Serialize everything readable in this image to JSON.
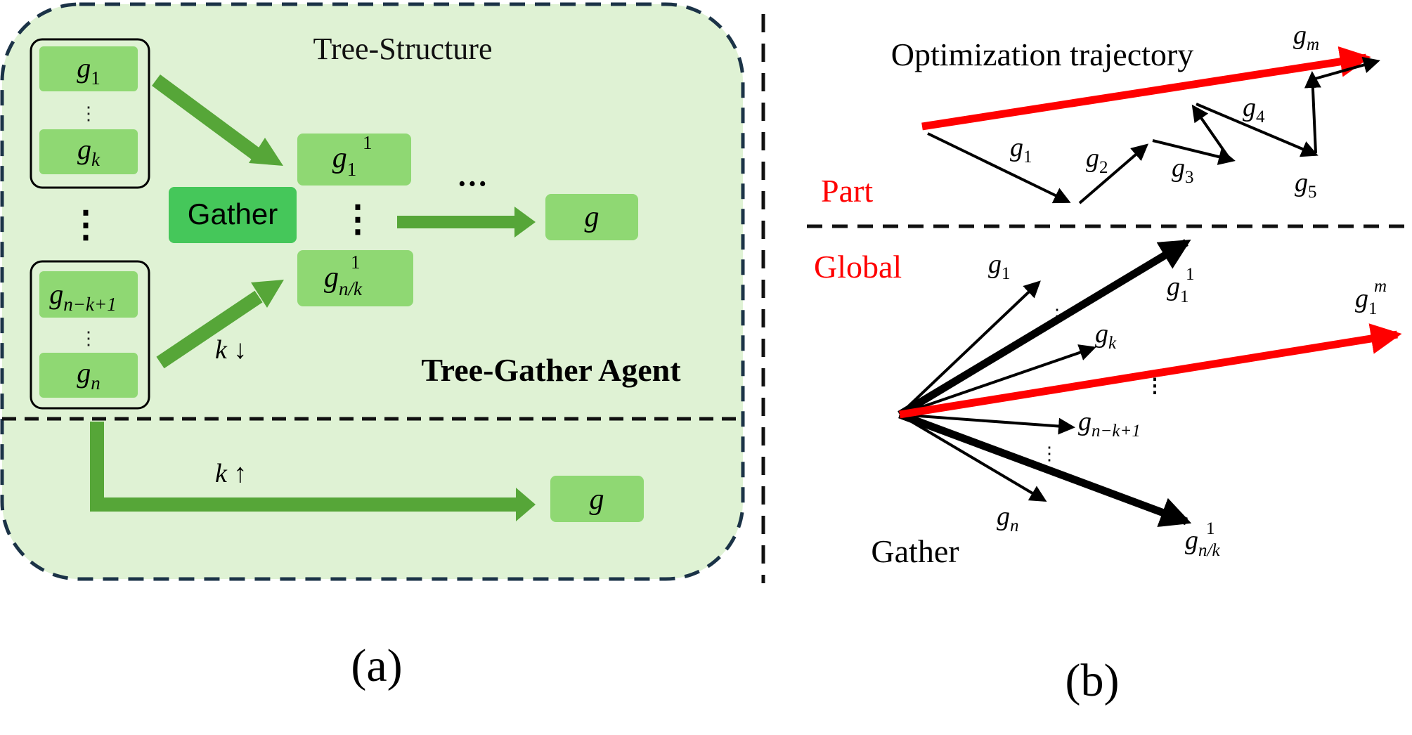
{
  "colors": {
    "panel_fill": "#dff2d4",
    "panel_border": "#1b3347",
    "box_fill": "#8fd873",
    "gather_fill": "#45c75a",
    "arrow_green": "#56a638",
    "red": "#ff0000",
    "black": "#000000"
  },
  "panel_a": {
    "title": "Tree-Structure",
    "agent_label": "Tree-Gather Agent",
    "gather_label": "Gather",
    "k_down": "k ↓",
    "k_up": "k ↑",
    "g_main": "g",
    "g1": "g",
    "g1_sub": "1",
    "gk": "g",
    "gk_sub": "k",
    "gnk1": "g",
    "gnk1_sub": "n−k+1",
    "gn": "g",
    "gn_sub": "n",
    "g11": "g",
    "g11_sub": "1",
    "g11_sup": "1",
    "gnk": "g",
    "gnk_sub": "n/k",
    "gnk_sup": "1",
    "dots_h": "···",
    "caption": "(a)"
  },
  "panel_b": {
    "title": "Optimization trajectory",
    "part_label": "Part",
    "global_label": "Global",
    "gather_label": "Gather",
    "traj": {
      "g1": "g",
      "g1_sub": "1",
      "g2": "g",
      "g2_sub": "2",
      "g3": "g",
      "g3_sub": "3",
      "g4": "g",
      "g4_sub": "4",
      "g5": "g",
      "g5_sub": "5",
      "gm": "g",
      "gm_sub": "m"
    },
    "fan": {
      "g1": "g",
      "g1_sub": "1",
      "gk": "g",
      "gk_sub": "k",
      "gnk1": "g",
      "gnk1_sub": "n−k+1",
      "gn": "g",
      "gn_sub": "n",
      "g11": "g",
      "g11_sub": "1",
      "g11_sup": "1",
      "g1m": "g",
      "g1m_sub": "1",
      "g1m_sup": "m",
      "gnk": "g",
      "gnk_sub": "n/k",
      "gnk_sup": "1"
    },
    "caption": "(b)"
  }
}
